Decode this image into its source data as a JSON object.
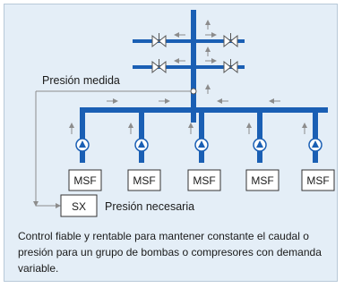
{
  "labels": {
    "measured_pressure": "Presión medida",
    "required_pressure": "Presión necesaria"
  },
  "controller": {
    "label": "SX"
  },
  "drives": [
    "MSF",
    "MSF",
    "MSF",
    "MSF",
    "MSF"
  ],
  "caption": "Control fiable y rentable para mantener constante el caudal o presión para un grupo de bombas o compresores con demanda variable.",
  "colors": {
    "pipe": "#1a5fb4",
    "panel_bg": "#e4eef7",
    "signal_line": "#8c8c8c",
    "arrow": "#8c8c8c"
  },
  "icons": [
    "pump-icon",
    "valve-icon",
    "flow-arrow-icon"
  ]
}
